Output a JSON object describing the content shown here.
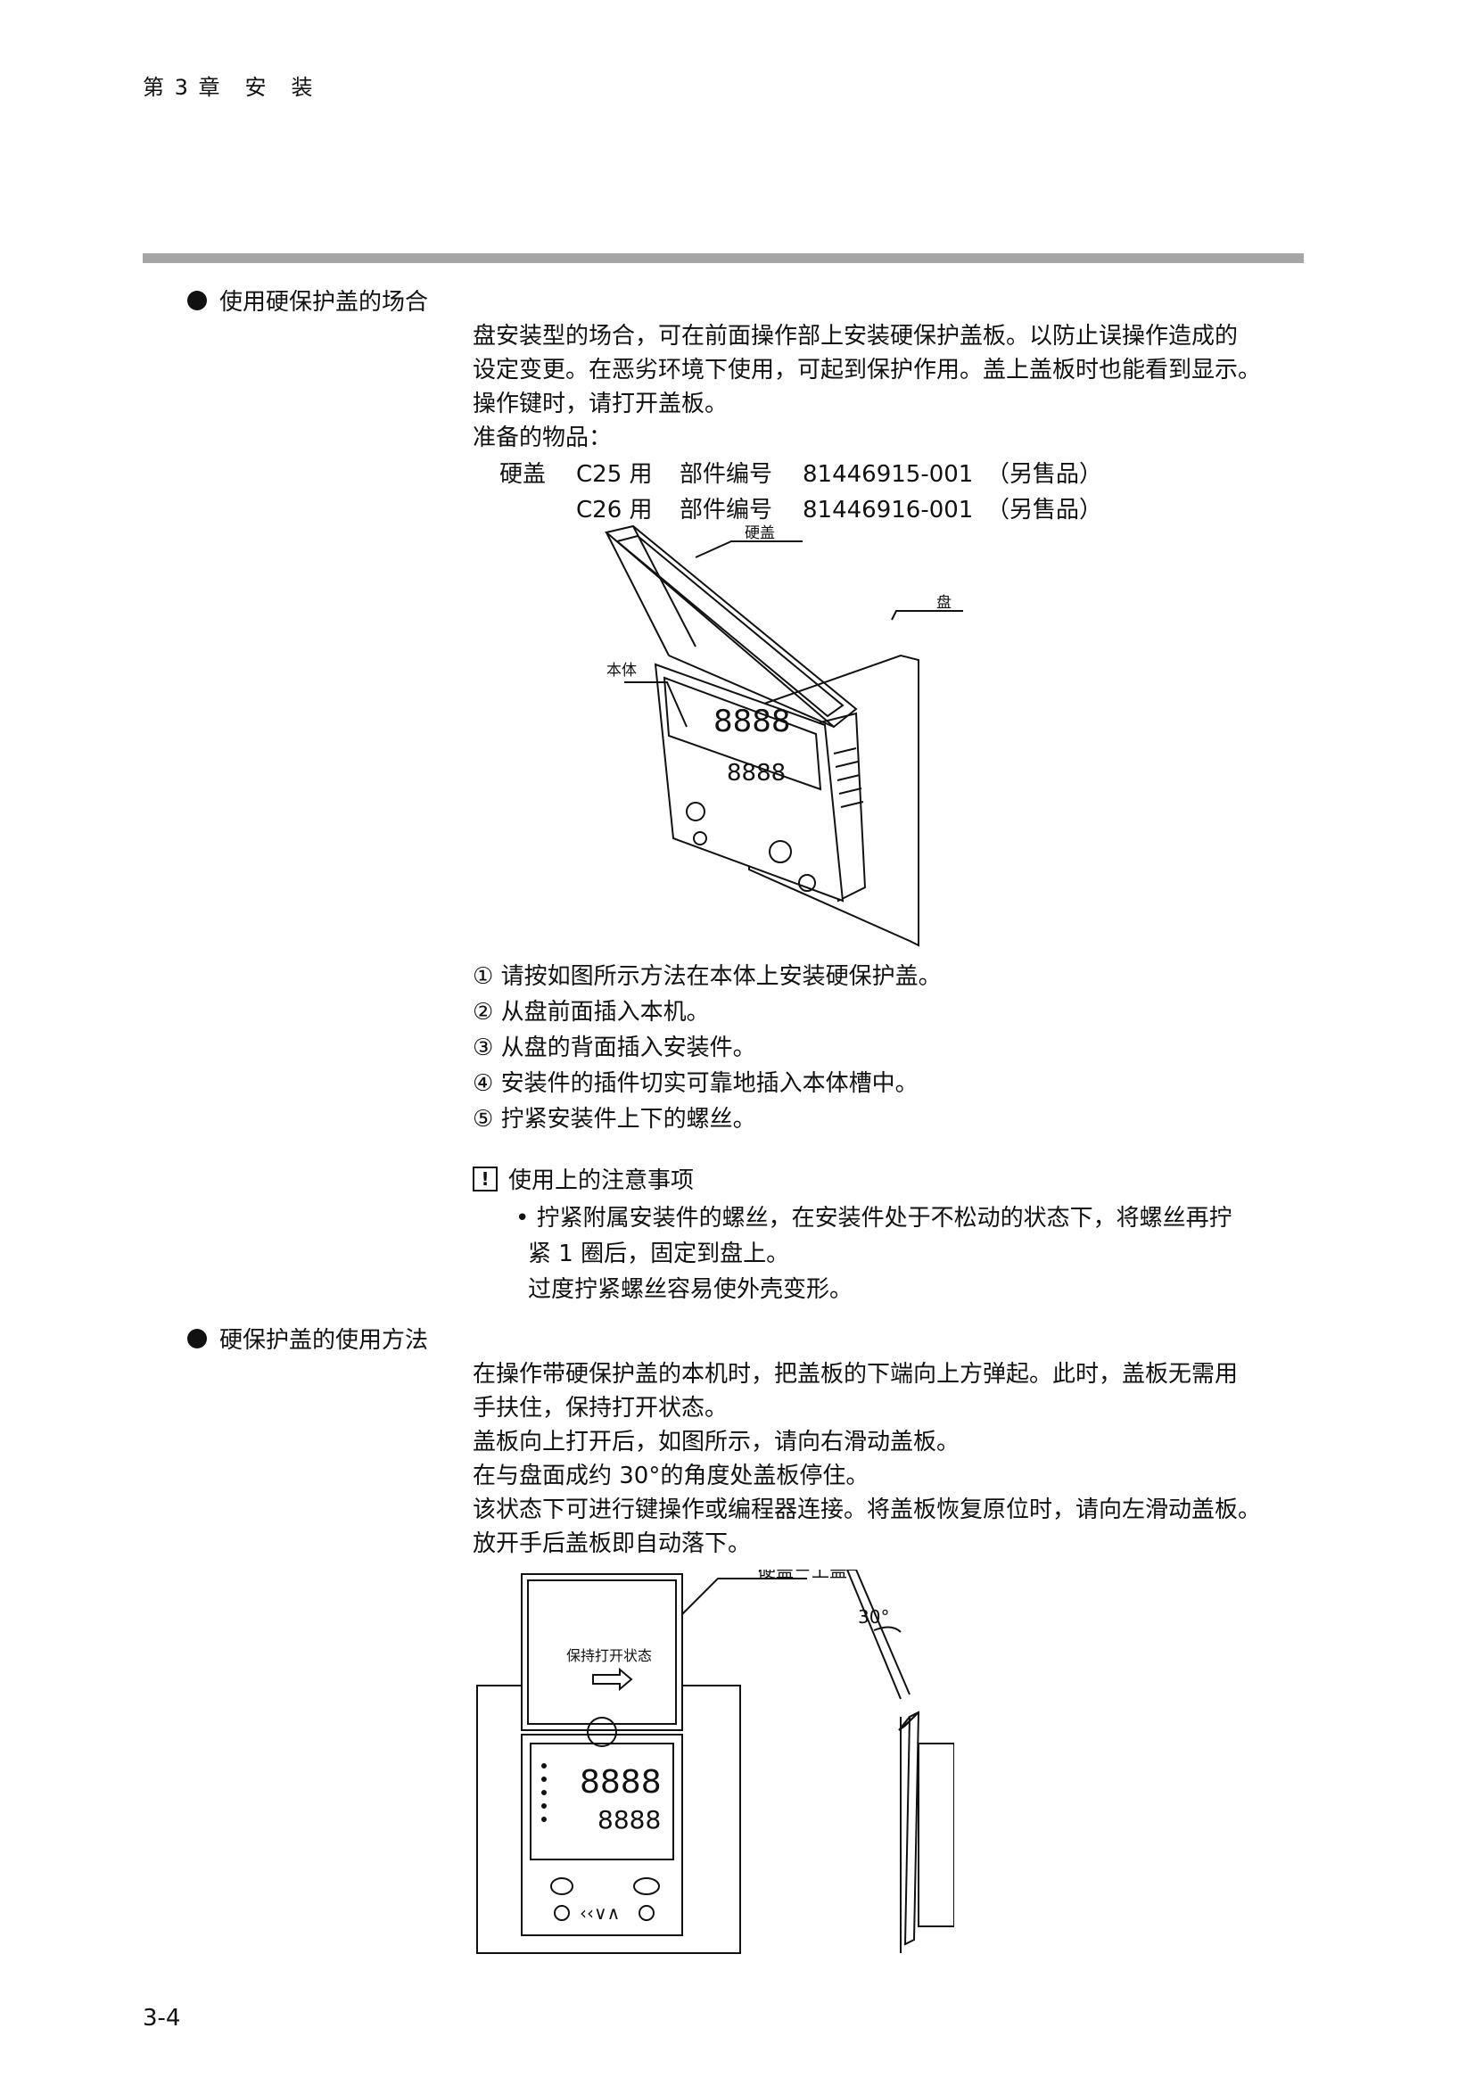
{
  "header": {
    "chapter": "第 3 章　安　装"
  },
  "section1": {
    "heading": "使用硬保护盖的场合",
    "paragraph": [
      "盘安装型的场合，可在前面操作部上安装硬保护盖板。以防止误操作造成的",
      "设定变更。在恶劣环境下使用，可起到保护作用。盖上盖板时也能看到显示。",
      "操作键时，请打开盖板。",
      "准备的物品："
    ],
    "parts": [
      {
        "item": "硬盖",
        "model": "C25 用",
        "label": "部件编号",
        "number": "81446915-001",
        "note": "（另售品）"
      },
      {
        "item": "",
        "model": "C26 用",
        "label": "部件编号",
        "number": "81446916-001",
        "note": "（另售品）"
      }
    ],
    "figure": {
      "label_cover": "硬盖",
      "label_panel": "盘",
      "label_body": "本体"
    },
    "steps": [
      "① 请按如图所示方法在本体上安装硬保护盖。",
      "② 从盘前面插入本机。",
      "③ 从盘的背面插入安装件。",
      "④ 安装件的插件切实可靠地插入本体槽中。",
      "⑤ 拧紧安装件上下的螺丝。"
    ],
    "caution": {
      "icon": "!",
      "title": "使用上的注意事项",
      "lines": [
        "• 拧紧附属安装件的螺丝，在安装件处于不松动的状态下，将螺丝再拧",
        "紧 1 圈后，固定到盘上。",
        "过度拧紧螺丝容易使外壳变形。"
      ]
    }
  },
  "section2": {
    "heading": "硬保护盖的使用方法",
    "paragraph": [
      "在操作带硬保护盖的本机时，把盖板的下端向上方弹起。此时，盖板无需用",
      "手扶住，保持打开状态。",
      "盖板向上打开后，如图所示，请向右滑动盖板。",
      "在与盘面成约 30°的角度处盖板停住。",
      "该状态下可进行键操作或编程器连接。将盖板恢复原位时，请向左滑动盖板。",
      "放开手后盖板即自动落下。"
    ],
    "figure": {
      "label_upper": "硬盖－上盖",
      "label_keep_open": "保持打开状态",
      "label_angle": "30°"
    }
  },
  "footer": {
    "page_number": "3-4"
  }
}
